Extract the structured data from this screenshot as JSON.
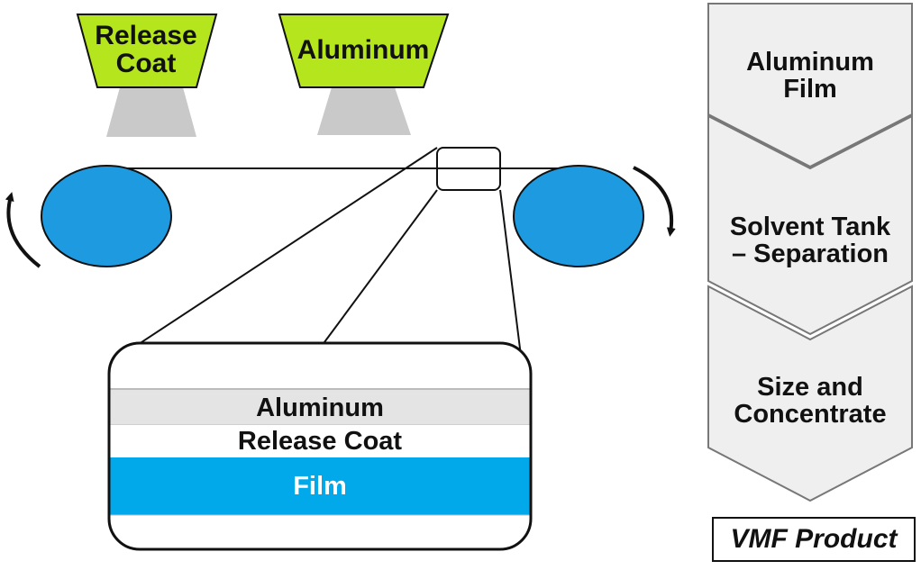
{
  "sources": [
    {
      "label": "Release\nCoat"
    },
    {
      "label": "Aluminum"
    }
  ],
  "layers": [
    {
      "label": "Aluminum"
    },
    {
      "label": "Release Coat"
    },
    {
      "label": "Film"
    }
  ],
  "process_steps": [
    {
      "label": "Aluminum\nFilm"
    },
    {
      "label": "Solvent Tank\n– Separation"
    },
    {
      "label": "Size and\nConcentrate"
    }
  ],
  "product": {
    "label": "VMF Product"
  },
  "colors": {
    "source_fill": "#b5e61d",
    "nozzle_fill": "#c9c9c9",
    "roller_fill": "#1e9be0",
    "film_layer": "#02a9ea",
    "aluminum_layer": "#e4e4e4",
    "step_fill": "#efefef",
    "outline": "#111111"
  }
}
